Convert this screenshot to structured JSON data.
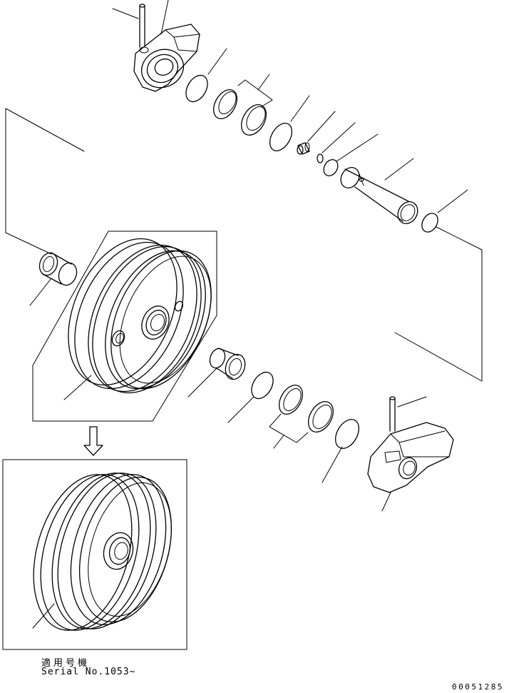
{
  "serial_note": {
    "japanese": "適用号機",
    "serial": "Serial No.1053~"
  },
  "drawing_number": "00051285",
  "colors": {
    "ink": "#000000",
    "paper": "#ffffff"
  }
}
